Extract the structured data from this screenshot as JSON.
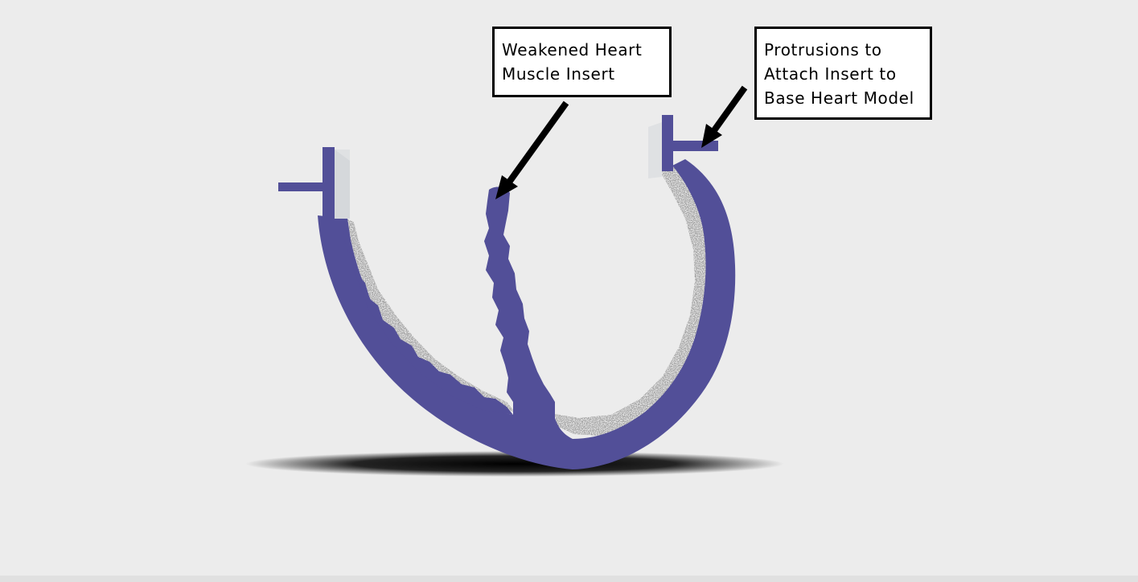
{
  "callouts": {
    "weakened_muscle": {
      "line1": "Weakened Heart",
      "line2": "Muscle Insert"
    },
    "protrusions": {
      "line1": "Protrusions to",
      "line2": "Attach Insert to",
      "line3": "Base Heart Model"
    }
  },
  "colors": {
    "background": "#ececec",
    "insert_body": "#524f98",
    "tissue_texture": "#9a9a9a",
    "protrusion_face": "#dfe1e3",
    "arrow": "#000000",
    "shadow": "#000000"
  },
  "icons": [
    "arrow-to-septum-icon",
    "arrow-to-protrusion-icon"
  ]
}
